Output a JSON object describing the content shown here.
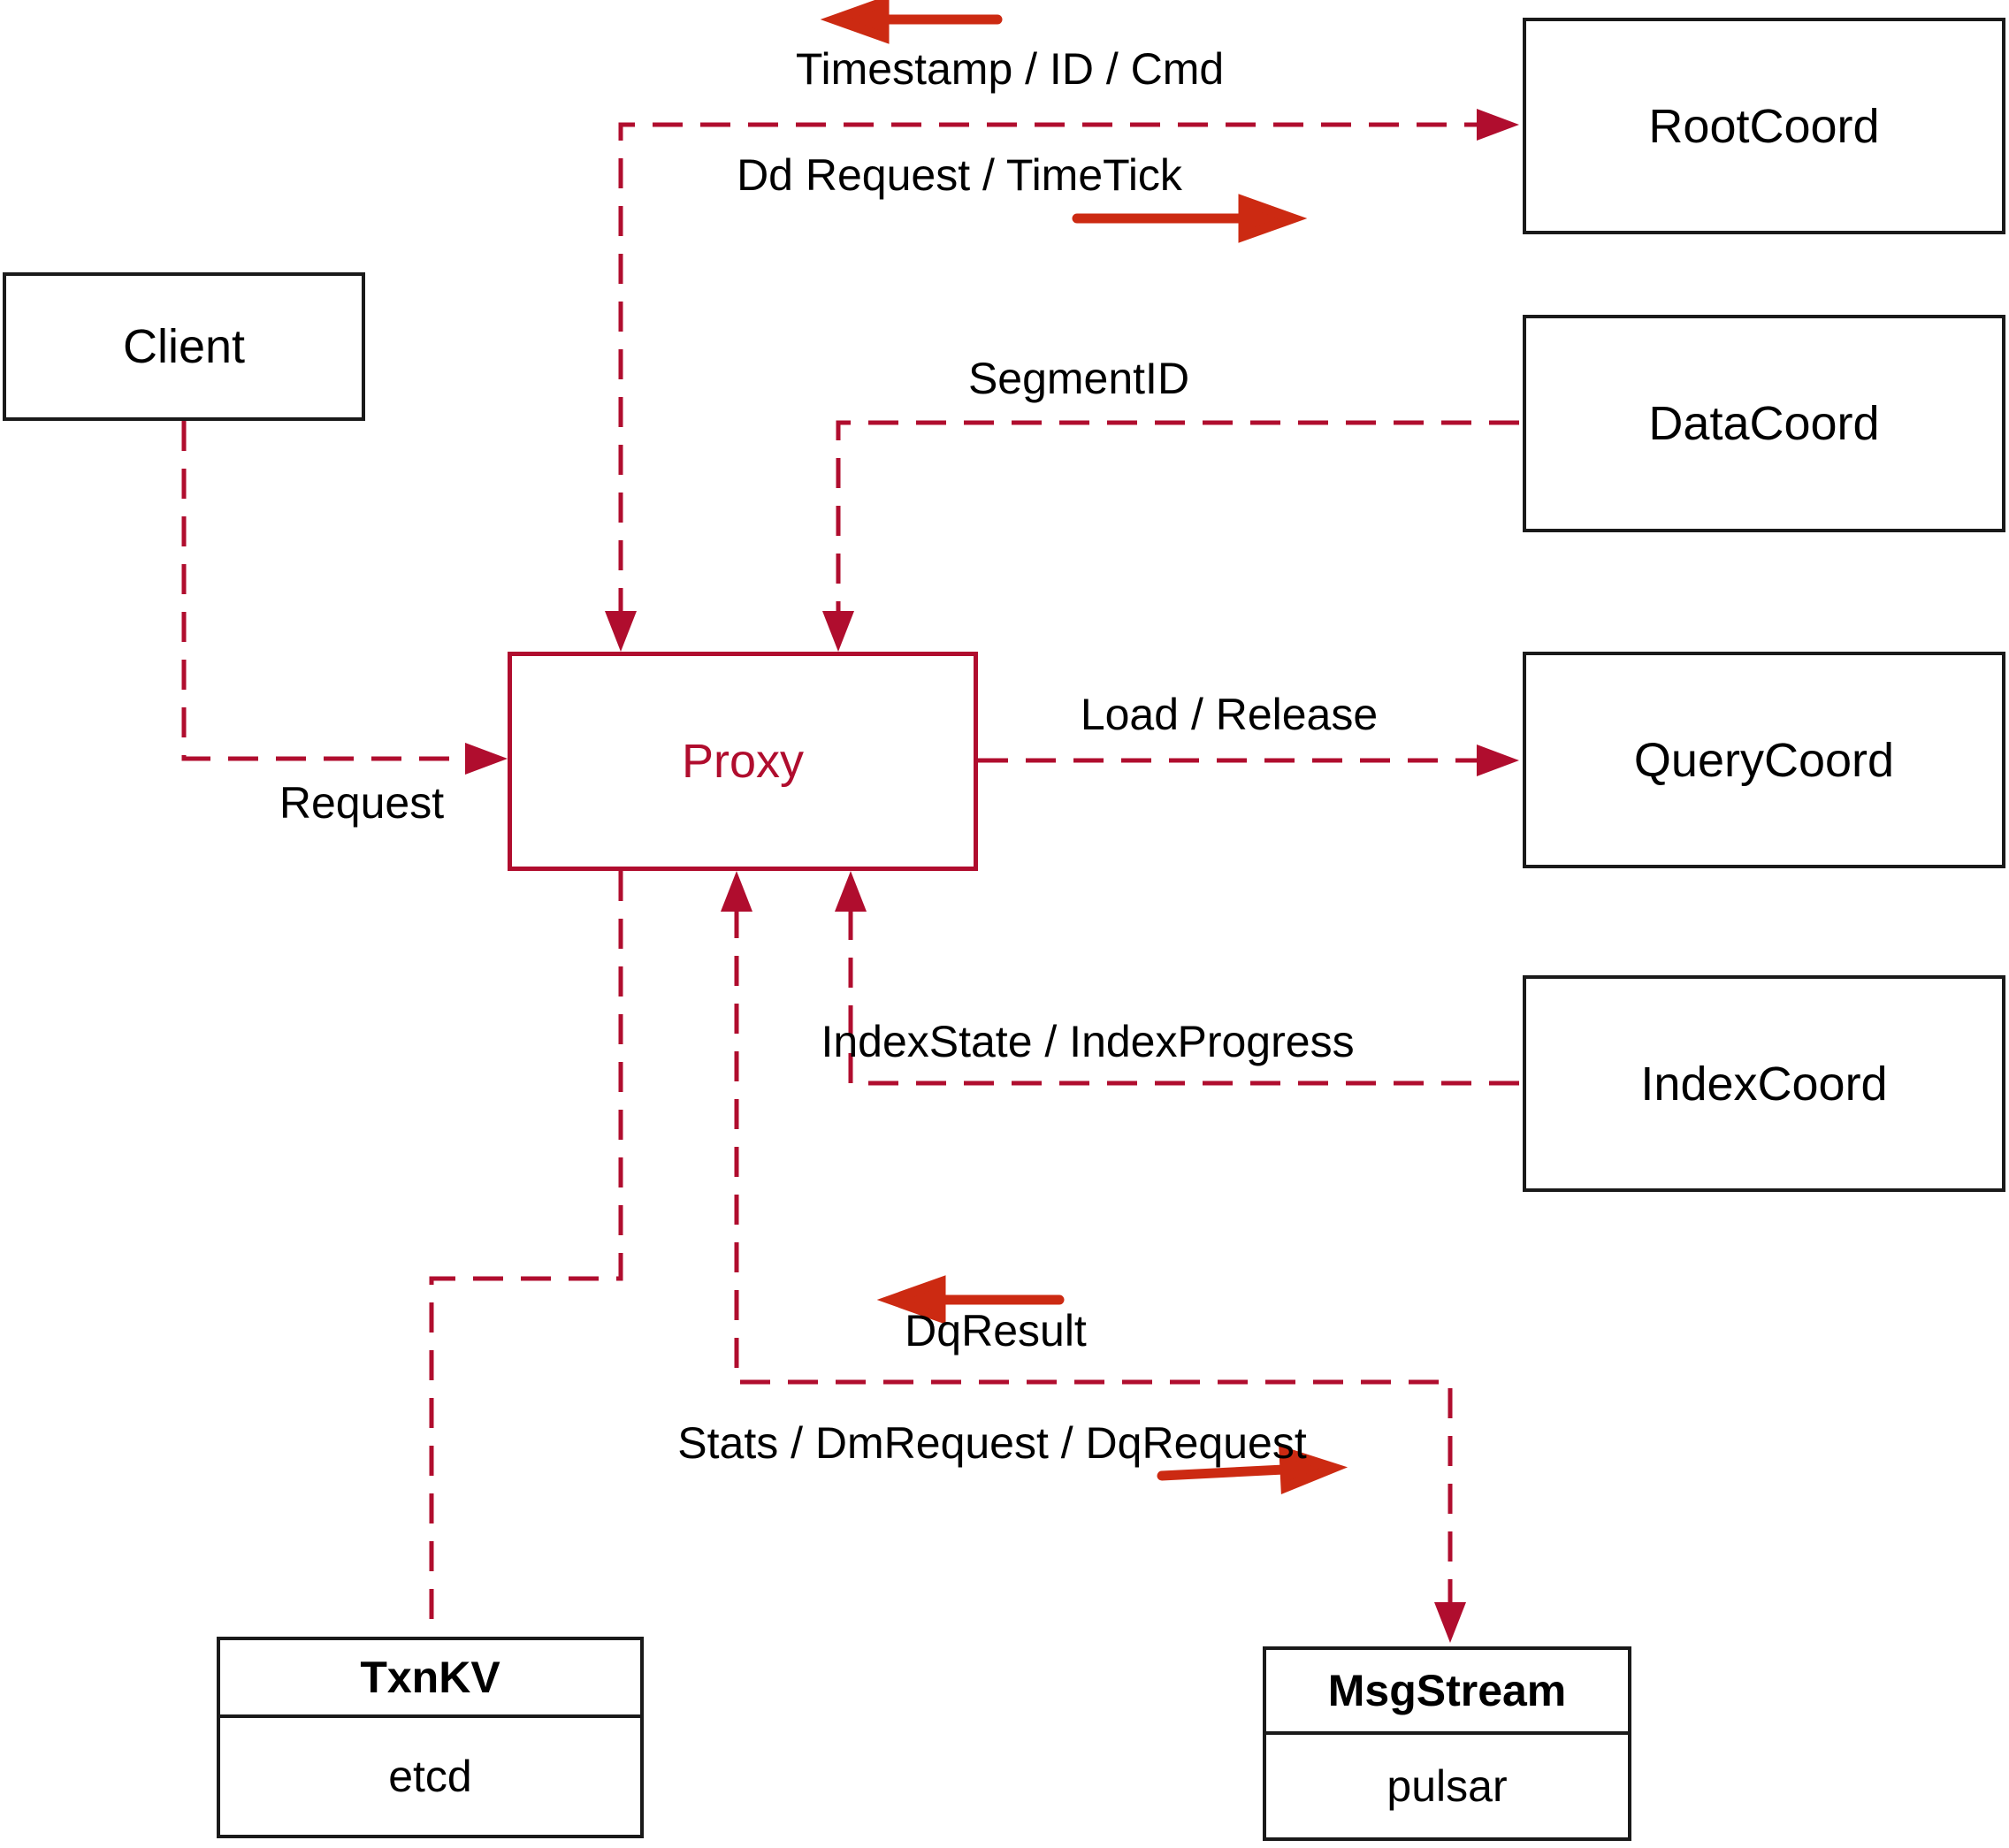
{
  "nodes": {
    "client": {
      "label": "Client"
    },
    "root_coord": {
      "label": "RootCoord"
    },
    "data_coord": {
      "label": "DataCoord"
    },
    "query_coord": {
      "label": "QueryCoord"
    },
    "index_coord": {
      "label": "IndexCoord"
    },
    "proxy": {
      "label": "Proxy"
    },
    "txn_kv": {
      "title": "TxnKV",
      "impl": "etcd"
    },
    "msg_stream": {
      "title": "MsgStream",
      "impl": "pulsar"
    }
  },
  "edge_labels": {
    "timestamp": "Timestamp / ID / Cmd",
    "dd_request": "Dd Request / TimeTick",
    "request": "Request",
    "segment_id": "SegmentID",
    "load_release": "Load / Release",
    "index_state": "IndexState / IndexProgress",
    "dq_result": "DqResult",
    "stats": "Stats / DmRequest / DqRequest"
  },
  "arrows": {
    "timestamp_direction": "left",
    "dd_request_direction": "right",
    "dq_result_direction": "left",
    "stats_direction": "right"
  },
  "colors": {
    "dashed_line_red": "#b00d2e",
    "solid_arrow_red": "#cc2a12",
    "box_border": "#1a1a1a",
    "text": "#000000",
    "background": "#ffffff"
  }
}
